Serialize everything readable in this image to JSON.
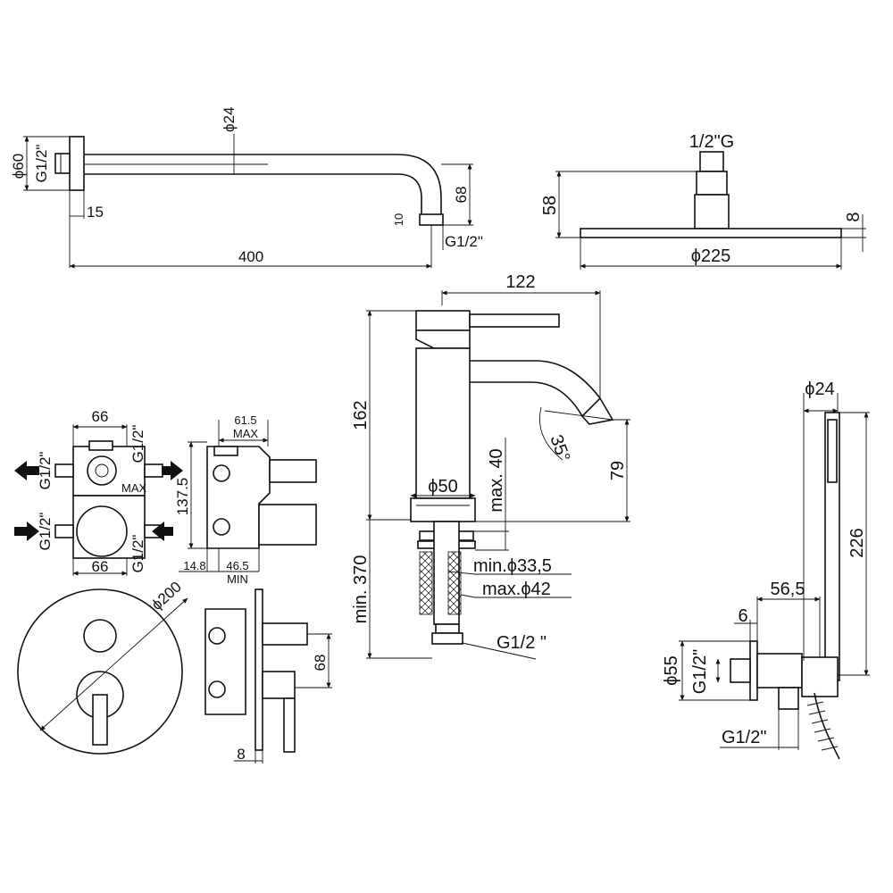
{
  "shower_arm": {
    "dia_flange": "ϕ60",
    "thread_left": "G1/2\"",
    "dia_tube": "ϕ24",
    "flange_depth": "15",
    "drop_height": "68",
    "outlet_length": "10",
    "thread_outlet": "G1/2\"",
    "arm_length": "400"
  },
  "shower_head": {
    "thread": "1/2\"G",
    "height": "58",
    "thickness": "8",
    "diameter": "ϕ225"
  },
  "basin_mixer": {
    "spout_reach": "122",
    "height": "162",
    "spout_angle": "35°",
    "spout_height": "79",
    "base_dia": "ϕ50",
    "max_deck": "max. 40",
    "min_hose": "min. 370",
    "min_hole": "min.ϕ33,5",
    "max_hole": "max.ϕ42",
    "thread": "G1/2 \""
  },
  "concealed_box": {
    "width_top": "66",
    "width_bottom": "66",
    "thread_1": "G1/2\"",
    "thread_2": "G1/2\"",
    "thread_3": "G1/2\"",
    "thread_4": "G1/2\"",
    "box_marking": "MAX",
    "depth_max": "61.5",
    "max_label": "MAX",
    "height": "137.5",
    "offset": "14.8",
    "depth_min": "46.5",
    "min_label": "MIN"
  },
  "trim_plate": {
    "diameter": "ϕ200",
    "spacing": "68",
    "plate_thickness": "8"
  },
  "hand_shower": {
    "handle_dia": "ϕ24",
    "length": "226",
    "bracket_depth": "56,5",
    "plate_thickness": "6",
    "plate_dia": "ϕ55",
    "thread_wall": "G1/2\"",
    "thread_outlet": "G1/2\""
  }
}
